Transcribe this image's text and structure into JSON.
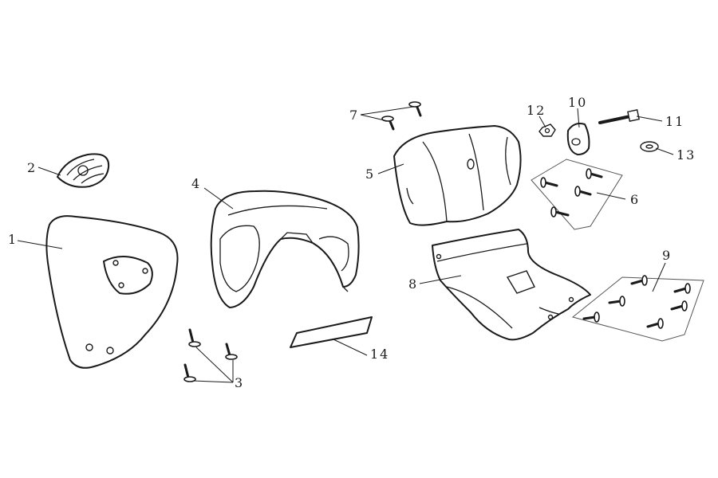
{
  "callouts": [
    {
      "id": "1",
      "label": "1"
    },
    {
      "id": "2",
      "label": "2"
    },
    {
      "id": "3",
      "label": "3"
    },
    {
      "id": "4",
      "label": "4"
    },
    {
      "id": "5",
      "label": "5"
    },
    {
      "id": "6",
      "label": "6"
    },
    {
      "id": "7",
      "label": "7"
    },
    {
      "id": "8",
      "label": "8"
    },
    {
      "id": "9",
      "label": "9"
    },
    {
      "id": "10",
      "label": "10"
    },
    {
      "id": "11",
      "label": "11"
    },
    {
      "id": "12",
      "label": "12"
    },
    {
      "id": "13",
      "label": "13"
    },
    {
      "id": "14",
      "label": "14"
    }
  ],
  "colors": {
    "ink": "#1a1a1a",
    "background": "#ffffff"
  }
}
